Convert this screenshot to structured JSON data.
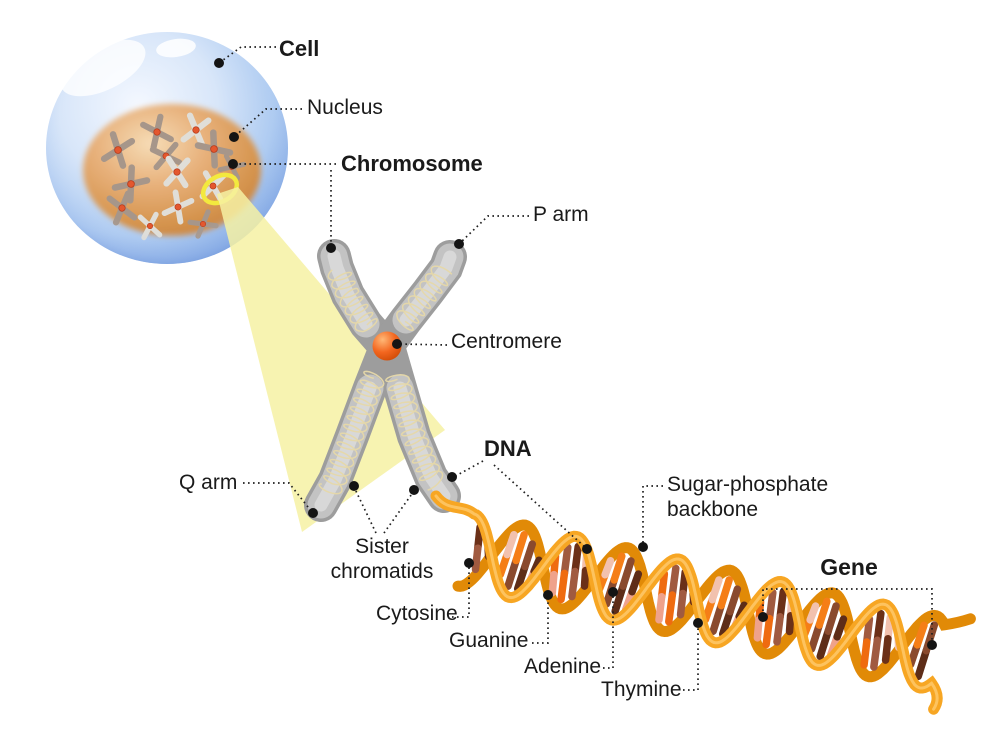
{
  "labels": {
    "cell": "Cell",
    "nucleus": "Nucleus",
    "chromosome": "Chromosome",
    "p_arm": "P arm",
    "centromere": "Centromere",
    "dna": "DNA",
    "q_arm": "Q arm",
    "sister_chromatids": "Sister chromatids",
    "cytosine": "Cytosine",
    "guanine": "Guanine",
    "adenine": "Adenine",
    "thymine": "Thymine",
    "sugar_phosphate_backbone": "Sugar-phosphate backbone",
    "gene": "Gene"
  },
  "colors": {
    "cell_membrane_blue": "#6690d5",
    "cell_body_blue": "#cfe0f7",
    "cell_gloss_white": "#ffffff",
    "nucleus_light": "#f6dcb6",
    "nucleus_mid": "#e2a76e",
    "nucleus_edge": "#c47f3e",
    "chromatin_brown": "#a6968a",
    "chromatin_light": "#e0ded8",
    "mini_centromere_red": "#e4572e",
    "highlight_ring_yellow": "#f3e93e",
    "beam_yellow": "#f6f1a3",
    "chromosome_gray_dark": "#9d9d9d",
    "chromosome_gray_mid": "#c3c3c3",
    "chromosome_gray_light": "#dadada",
    "coil_cream": "#e6d8a9",
    "centromere_orange": "#f3661f",
    "dna_strand_orange": "#f7a623",
    "dna_strand_shadow": "#e18a07",
    "dna_strand_highlight": "#ffd079",
    "base_rung_colors": [
      "#6b3018",
      "#efa28b",
      "#f57e17",
      "#a05a40",
      "#5e2d18",
      "#f2c1ae",
      "#ef6b10",
      "#8a4a2e"
    ],
    "label_text": "#1a1a1a",
    "leader_line": "#1f1f1f"
  }
}
